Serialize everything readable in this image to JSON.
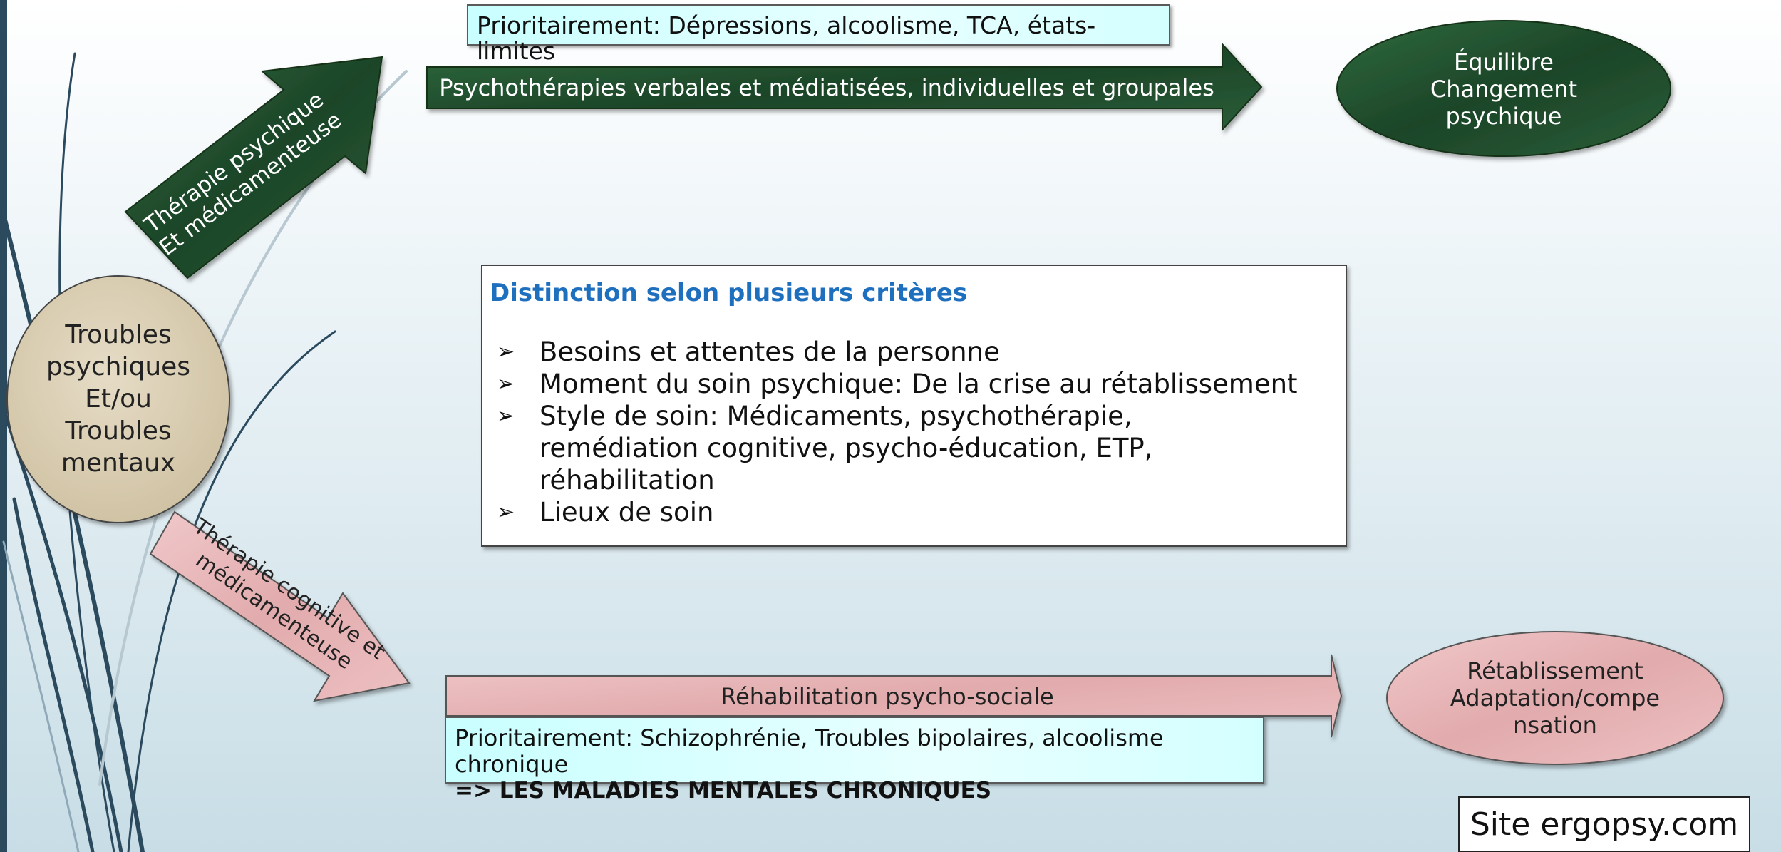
{
  "top_arrow": {
    "diagonal_label_line1": "Thérapie psychique",
    "diagonal_label_line2": "Et médicamenteuse",
    "target_box": "Prioritairement:  Dépressions, alcoolisme, TCA, états-limites",
    "main_arrow_label": "Psychothérapies verbales et médiatisées, individuelles et groupales",
    "outcome_line1": "Équilibre",
    "outcome_line2": "Changement",
    "outcome_line3": "psychique"
  },
  "source_circle": {
    "line1": "Troubles",
    "line2": "psychiques",
    "line3": "Et/ou",
    "line4": "Troubles",
    "line5": "mentaux"
  },
  "criteria": {
    "title": "Distinction selon plusieurs critères",
    "bullet_symbol": "➢",
    "items": [
      "Besoins et attentes de la personne",
      "Moment du soin psychique: De la crise au rétablissement",
      "Style de soin: Médicaments, psychothérapie, remédiation cognitive, psycho-éducation, ETP, réhabilitation",
      "Lieux de soin"
    ]
  },
  "bottom_arrow": {
    "diagonal_label_line1": "Thérapie cognitive et",
    "diagonal_label_line2": "médicamenteuse",
    "main_arrow_label": "Réhabilitation psycho-sociale",
    "target_line1": "Prioritairement:  Schizophrénie, Troubles bipolaires, alcoolisme chronique",
    "target_line2": "=> LES MALADIES MENTALES CHRONIQUES",
    "outcome_line1": "Rétablissement",
    "outcome_line2": "Adaptation/compe",
    "outcome_line3": "nsation"
  },
  "footer": {
    "site": "Site ergopsy.com"
  },
  "colors": {
    "dark_green": "#1e4a2a",
    "pink": "#e8b6b8",
    "cyan": "#d4ffff",
    "accent_blue": "#1f6fbf",
    "beige": "#dcd0b8",
    "sidebar": "#2b4a5e"
  }
}
